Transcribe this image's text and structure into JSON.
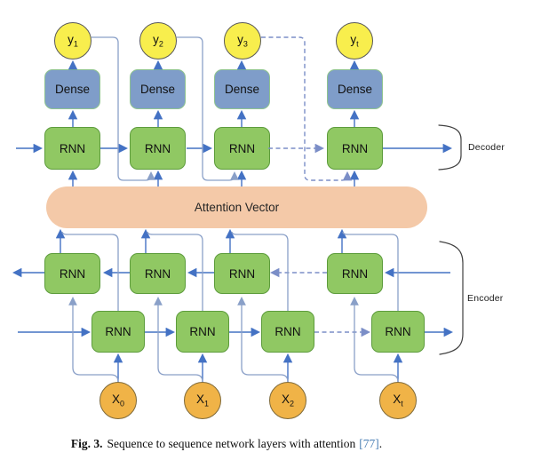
{
  "diagram": {
    "attention": {
      "label": "Attention Vector"
    },
    "outputs": [
      {
        "base": "y",
        "sub": "1"
      },
      {
        "base": "y",
        "sub": "2"
      },
      {
        "base": "y",
        "sub": "3"
      },
      {
        "base": "y",
        "sub": "t"
      }
    ],
    "inputs": [
      {
        "base": "X",
        "sub": "0"
      },
      {
        "base": "X",
        "sub": "1"
      },
      {
        "base": "X",
        "sub": "2"
      },
      {
        "base": "X",
        "sub": "t"
      }
    ],
    "dense": [
      "Dense",
      "Dense",
      "Dense",
      "Dense"
    ],
    "decoder_rnns": [
      "RNN",
      "RNN",
      "RNN",
      "RNN"
    ],
    "encoder_backward_rnns": [
      "RNN",
      "RNN",
      "RNN",
      "RNN"
    ],
    "encoder_forward_rnns": [
      "RNN",
      "RNN",
      "RNN",
      "RNN"
    ],
    "groups": {
      "decoder": "Decoder",
      "encoder": "Encoder"
    },
    "colors": {
      "arrow_blue": "#4472c4",
      "connector_slate": "#8aa0c8",
      "dashed_slate": "#7b8ec7",
      "node_yellow": "#f8ee4d",
      "node_yellow_border": "#595959",
      "node_orange": "#f0b347",
      "node_orange_border": "#7f6a3a",
      "rnn_green": "#90c863",
      "rnn_green_border": "#5d9c3c",
      "dense_blue": "#7f9dc9",
      "dense_border": "#8fc48f",
      "attention_fill": "#f4c9a8",
      "brace_gray": "#3f3f3f",
      "citation_blue": "#4a7fb5"
    }
  },
  "figure": {
    "caption": {
      "label": "Fig. 3.",
      "text": "Sequence to sequence network layers with attention",
      "citation": "[77]",
      "period": "."
    }
  }
}
